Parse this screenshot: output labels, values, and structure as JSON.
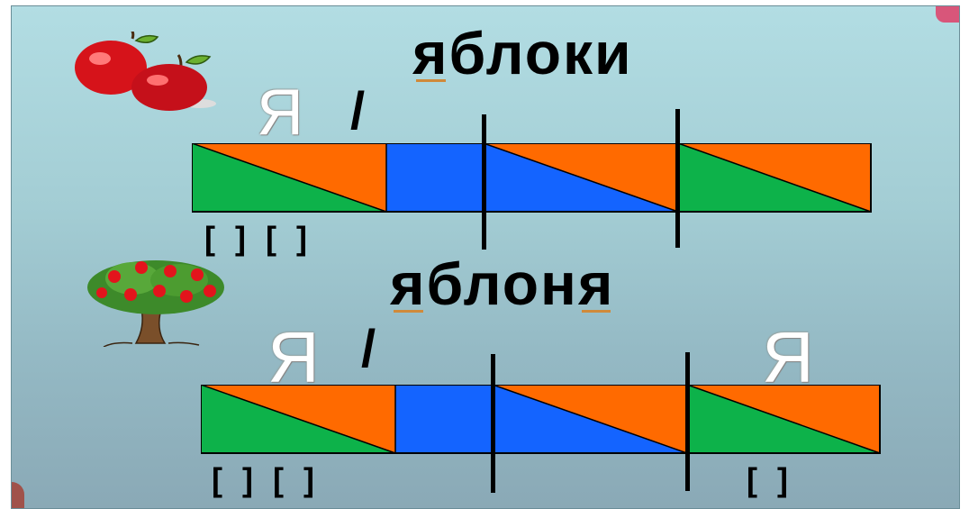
{
  "word1": {
    "underlined": "я",
    "rest": "блоки"
  },
  "word2": {
    "part1_underlined": "я",
    "part2": "блон",
    "part3_underlined": "я"
  },
  "vowel_label": "Я",
  "slash": "/",
  "brackets": {
    "row1_left": "[ ] [ ]",
    "row2_left": "[ ] [ ]",
    "row2_right": "[ ]"
  },
  "icons": [
    "apples-icon",
    "apple-tree-icon"
  ],
  "colors": {
    "green": "#0db24a",
    "orange": "#ff6a00",
    "blue": "#1464ff",
    "background": "#a8d4da"
  }
}
